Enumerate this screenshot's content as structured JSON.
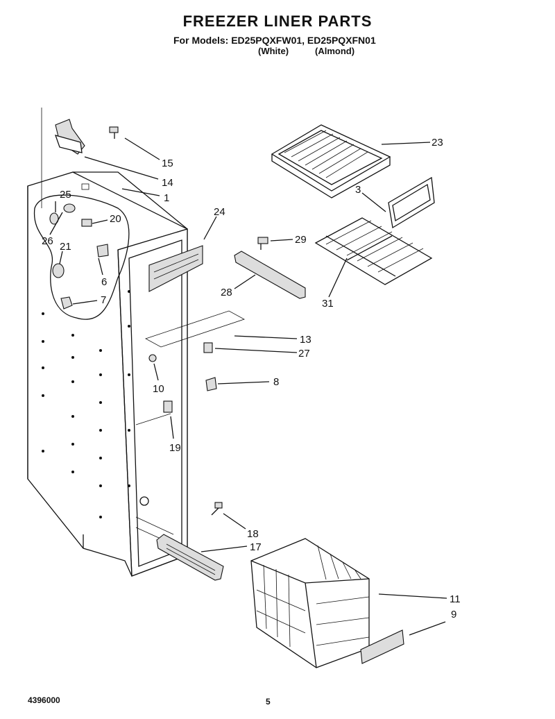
{
  "header": {
    "title": "FREEZER LINER PARTS",
    "models_line": "For Models: ED25PQXFW01, ED25PQXFN01",
    "variant_1": "(White)",
    "variant_2": "(Almond)"
  },
  "footer": {
    "doc_number": "4396000",
    "page_number": "5"
  },
  "callouts": [
    "1",
    "3",
    "6",
    "7",
    "8",
    "9",
    "10",
    "11",
    "13",
    "14",
    "15",
    "17",
    "18",
    "19",
    "20",
    "21",
    "23",
    "24",
    "25",
    "26",
    "27",
    "28",
    "29",
    "31"
  ]
}
